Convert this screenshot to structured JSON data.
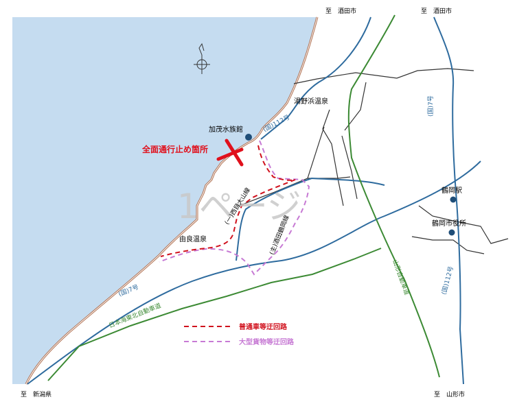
{
  "colors": {
    "sea": "#c5dcf0",
    "coast": "#b07050",
    "national_road": "#2e6b9e",
    "expressway": "#3c8a34",
    "local_road": "#333333",
    "closure": "#e0101c",
    "detour_car": "#d0101c",
    "detour_truck": "#c77ad4"
  },
  "labels": {
    "to_sakata_1": "至　酒田市",
    "to_sakata_2": "至　酒田市",
    "to_niigata": "至　新潟県",
    "to_yamagata": "至　山形市",
    "yunohama": "湯野浜温泉",
    "kamo_aquarium": "加茂水族館",
    "yura": "由良温泉",
    "tsuruoka_station": "鶴岡駅",
    "tsuruoka_city_hall": "鶴岡市役所",
    "closure_point": "全面通行止め箇所",
    "route_112_north": "(国)112号",
    "route_7_east": "(国)7号",
    "route_112_east": "(国)112号",
    "route_7_south": "(国)7号",
    "nishimeoyama": "(一)西目大山線",
    "sakata_tsuruoka": "(主)酒田鶴岡線",
    "nihonkai_expressway": "日本海東北自動車道",
    "yamagata_expressway": "山形自動車道",
    "watermark": "1ページ"
  },
  "legend": {
    "car_detour": "普通車等迂回路",
    "truck_detour": "大型貨物等迂回路"
  }
}
